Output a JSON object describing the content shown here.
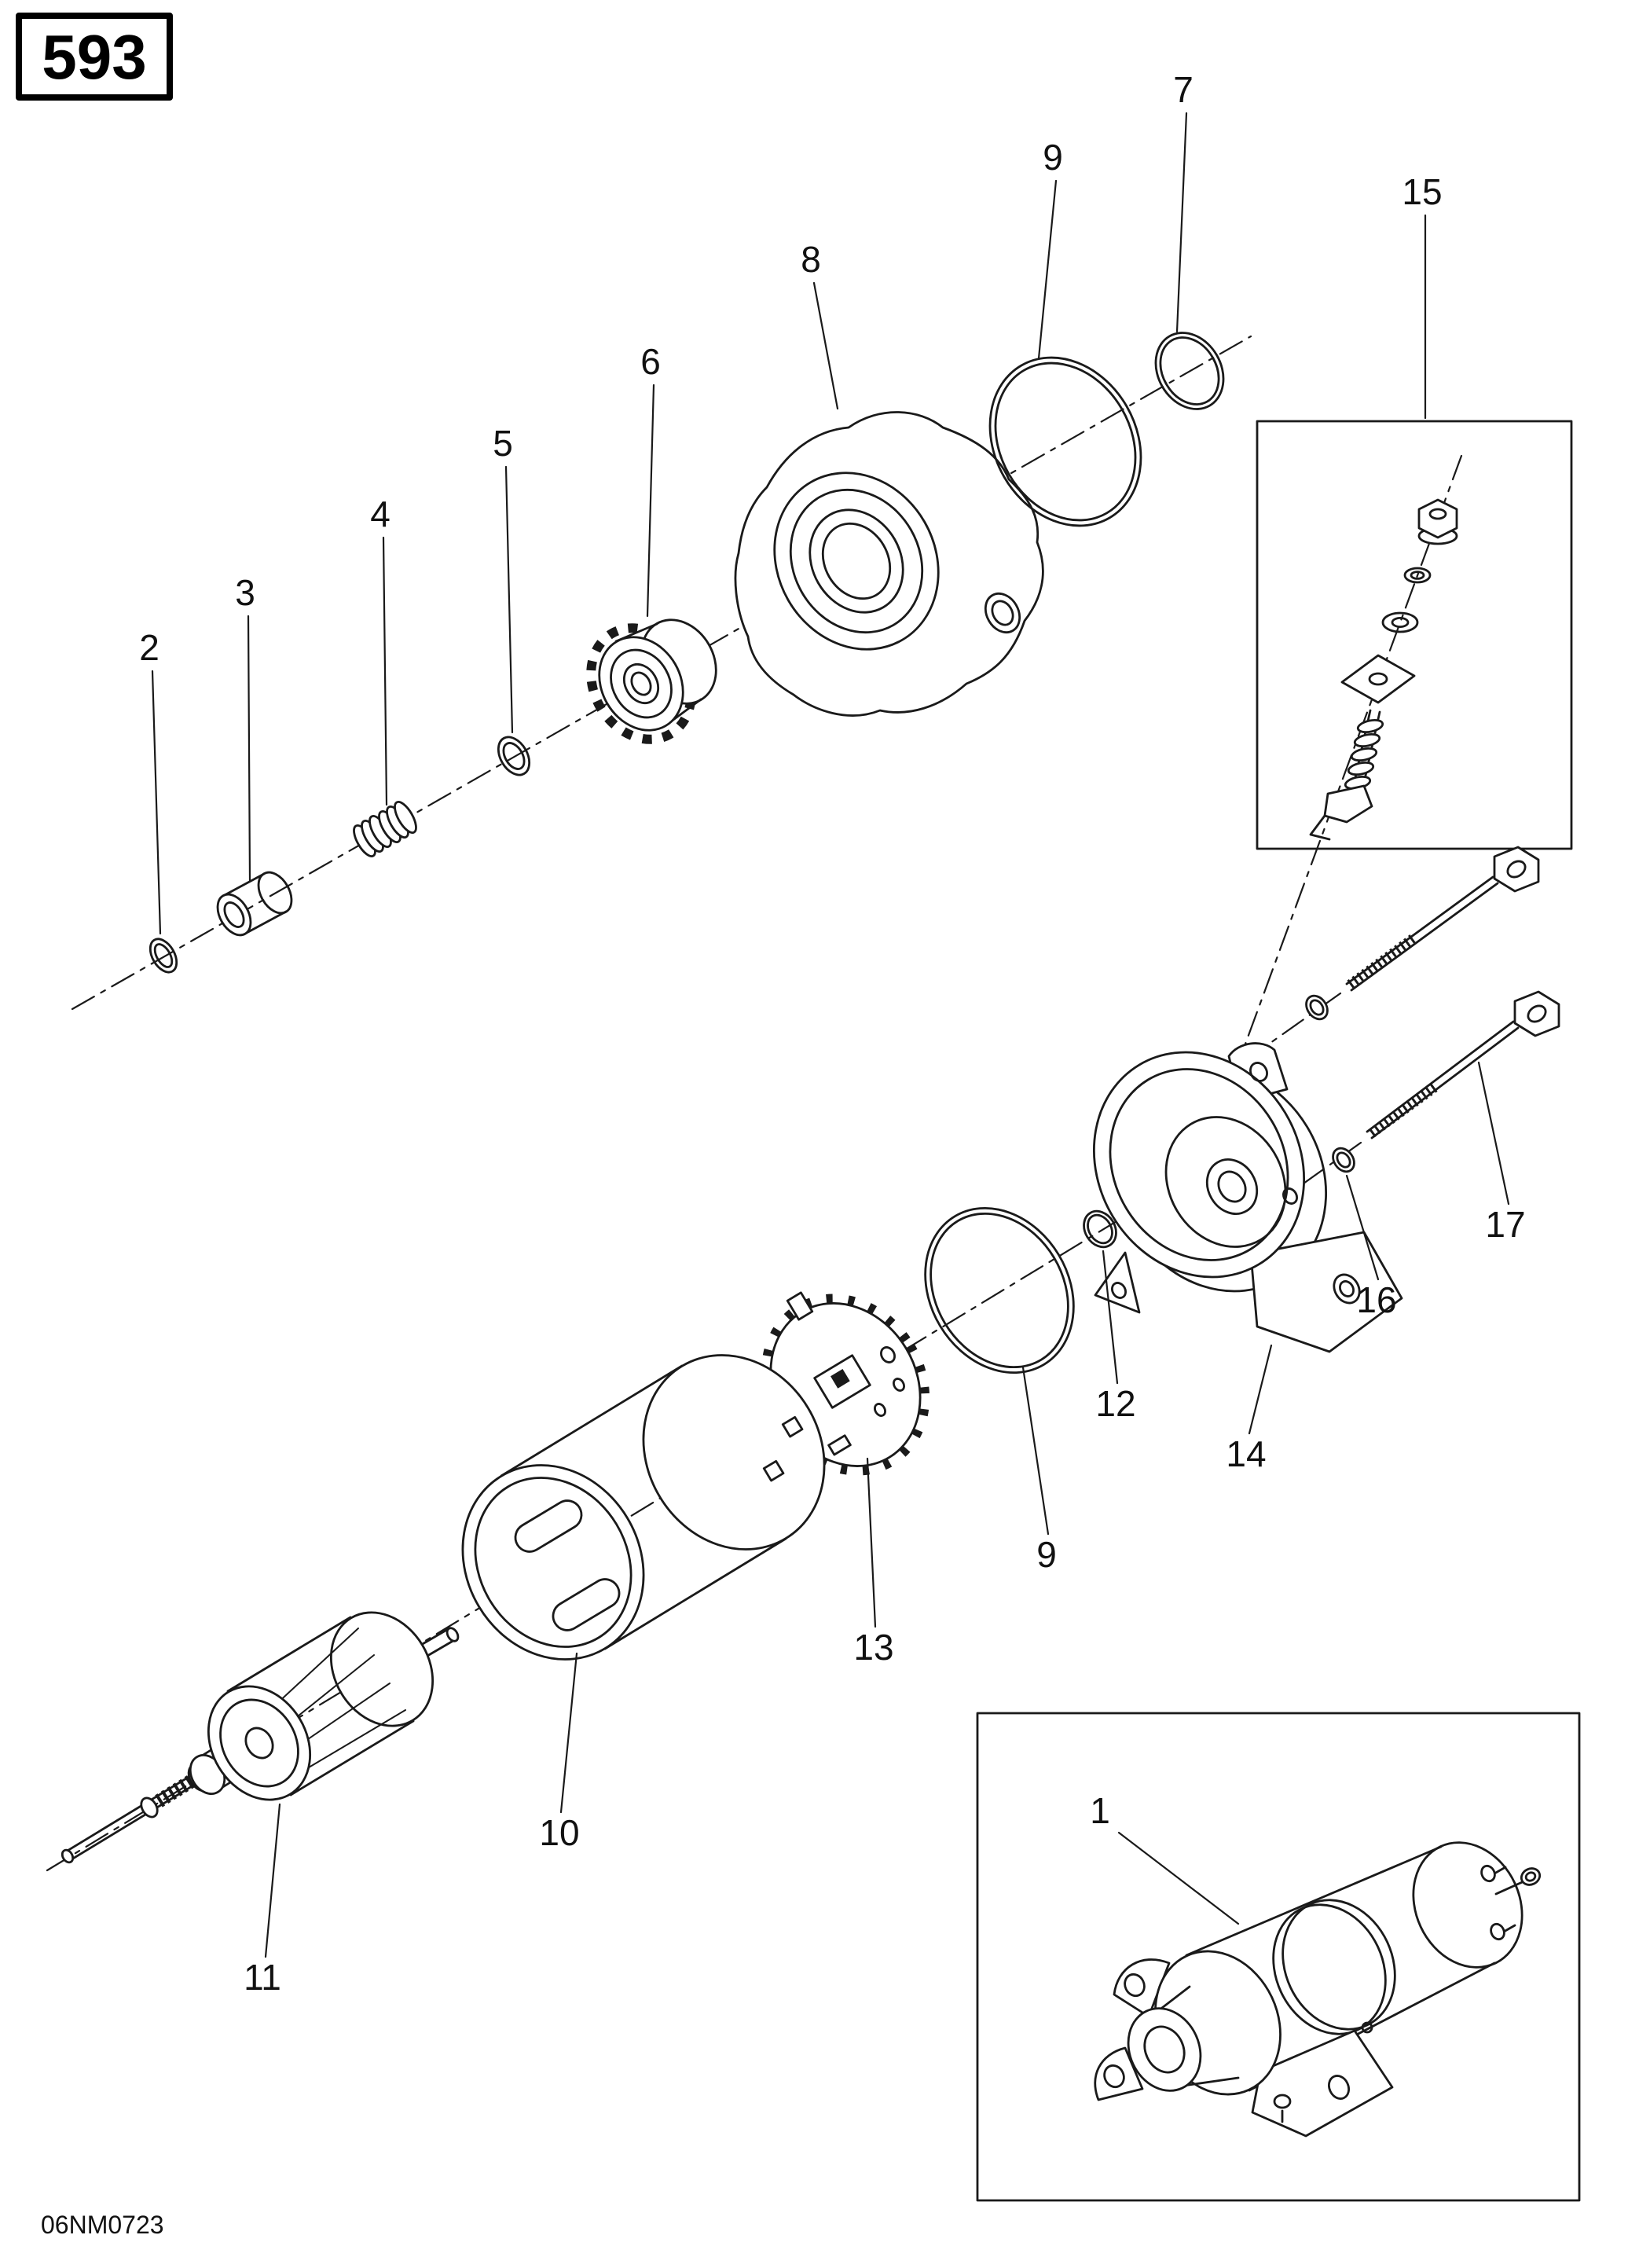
{
  "header": {
    "model_label": "593"
  },
  "footer": {
    "drawing_code": "06NM0723"
  },
  "colors": {
    "ink": "#1a1a1a",
    "paper": "#ffffff"
  },
  "callouts": {
    "part1": "1",
    "part2": "2",
    "part3": "3",
    "part4": "4",
    "part5": "5",
    "part6": "6",
    "part7": "7",
    "part8": "8",
    "part9_top": "9",
    "part9_bottom": "9",
    "part10": "10",
    "part11": "11",
    "part12": "12",
    "part13": "13",
    "part14": "14",
    "part15": "15",
    "part16": "16",
    "part17": "17"
  }
}
